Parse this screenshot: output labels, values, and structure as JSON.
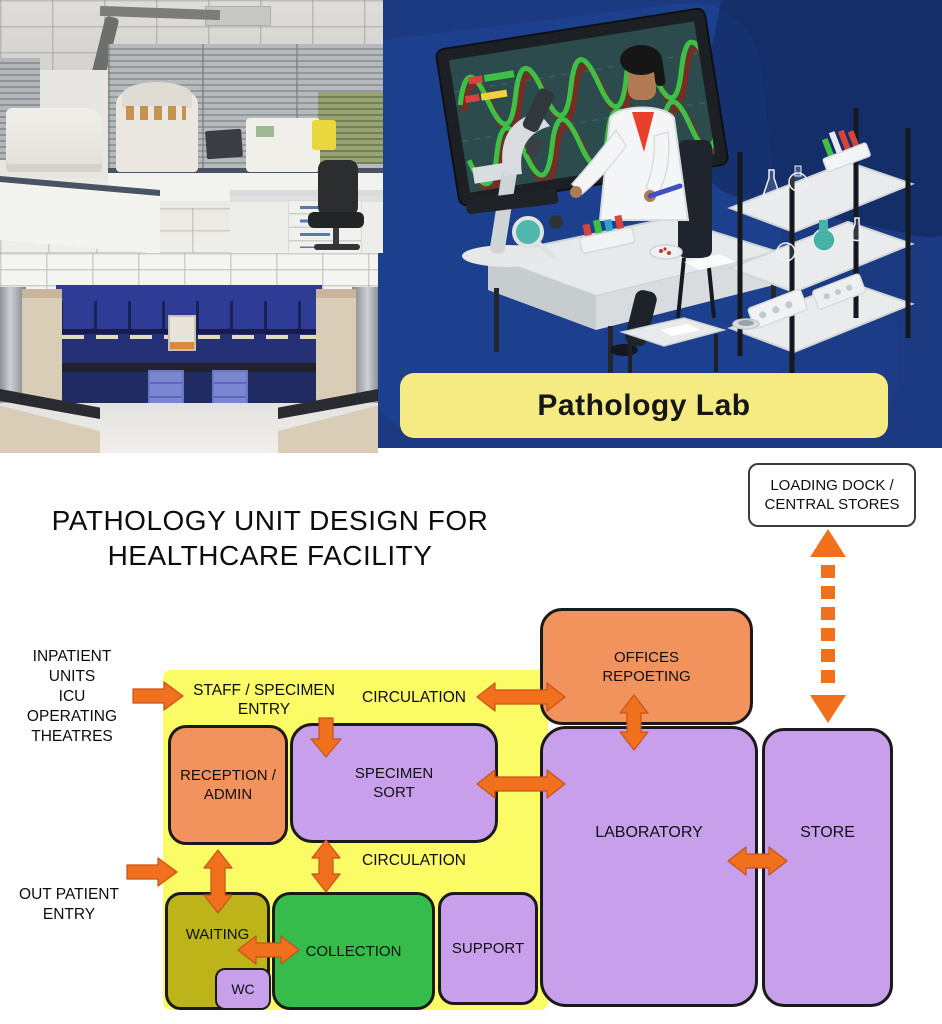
{
  "illustration": {
    "banner_label": "Pathology Lab"
  },
  "diagram": {
    "title_line1": "PATHOLOGY UNIT DESIGN FOR",
    "title_line2": "HEALTHCARE FACILITY",
    "external": {
      "loading_dock": "LOADING DOCK /\nCENTRAL STORES",
      "inpatient": "INPATIENT\nUNITS\nICU\nOPERATING\nTHEATRES",
      "outpatient": "OUT PATIENT\nENTRY"
    },
    "zone_labels": {
      "staff_entry": "STAFF / SPECIMEN\nENTRY",
      "circulation_top": "CIRCULATION",
      "circulation_mid": "CIRCULATION"
    },
    "rooms": {
      "offices": {
        "label": "OFFICES\nREPOETING"
      },
      "reception": {
        "label": "RECEPTION /\nADMIN"
      },
      "specimen_sort": {
        "label": "SPECIMEN\nSORT"
      },
      "laboratory": {
        "label": "LABORATORY"
      },
      "store": {
        "label": "STORE"
      },
      "waiting": {
        "label": "WAITING"
      },
      "collection": {
        "label": "COLLECTION"
      },
      "support": {
        "label": "SUPPORT"
      },
      "wc": {
        "label": "WC"
      }
    }
  },
  "colors": {
    "zone_yellow": "#FAFB65",
    "room_orange": "#F2935E",
    "room_purple": "#C79FEA",
    "room_green": "#35BC4B",
    "room_olive": "#BCB418",
    "arrow_orange": "#F0701E",
    "arrow_edge": "#C9521A",
    "illustration_blue": "#1B3A82",
    "banner_yellow": "#F5EB82",
    "border_ink": "#1A1A1A"
  }
}
